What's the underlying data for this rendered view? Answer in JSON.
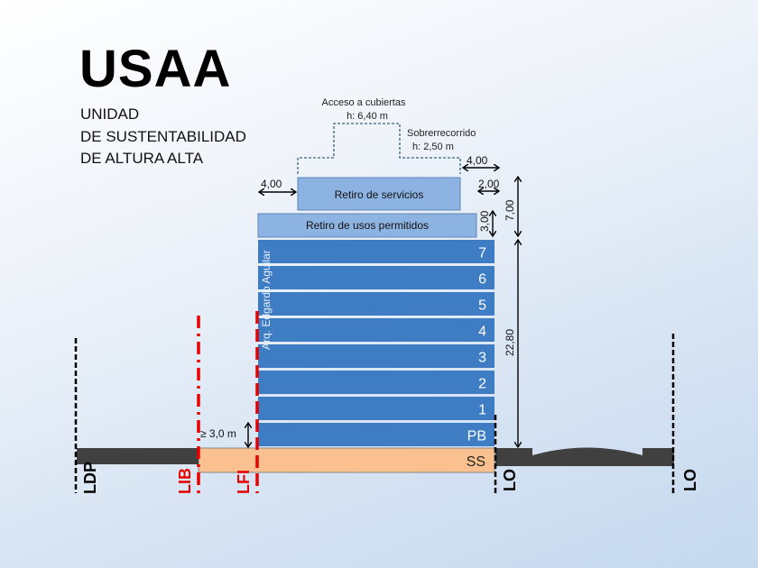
{
  "title": "USAA",
  "subtitle": [
    "UNIDAD",
    "DE SUSTENTABILIDAD",
    "DE ALTURA ALTA"
  ],
  "roof": {
    "access_label": "Acceso a cubiertas",
    "access_height": "h: 6,40 m",
    "overrun_label": "Sobrerrecorrido",
    "overrun_height": "h: 2,50 m"
  },
  "blocks": {
    "services": "Retiro de servicios",
    "permitted": "Retiro de usos permitidos"
  },
  "floors": [
    "7",
    "6",
    "5",
    "4",
    "3",
    "2",
    "1",
    "PB"
  ],
  "basement": "SS",
  "author": "Arq. Edgardo Aguilar",
  "dimensions": {
    "left_setback": "4,00",
    "right_top_setback": "4,00",
    "right_setback": "2,00",
    "permitted_height": "3,00",
    "top_height": "7,00",
    "main_height": "22,80",
    "min_clearance": "≥ 3,0 m"
  },
  "lines": {
    "ldp": "LDP",
    "lib": "LIB",
    "lfi": "LFI",
    "lo_left": "LO",
    "lo_right": "LO"
  },
  "colors": {
    "floor": "#3e7cc3",
    "upper": "#8db3e2",
    "basement": "#fac090",
    "road": "#404040",
    "red": "#e60000"
  }
}
